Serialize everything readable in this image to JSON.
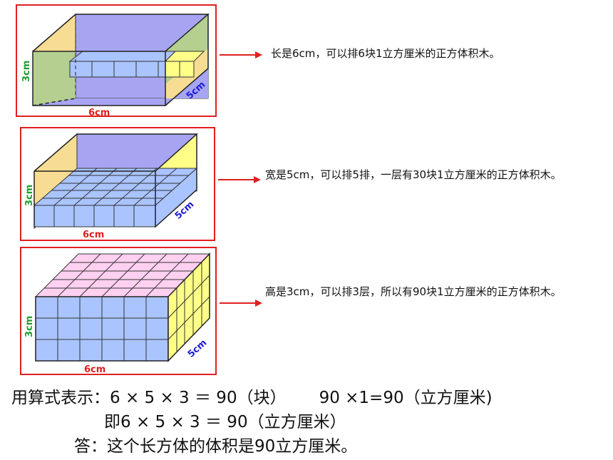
{
  "colors": {
    "frame": "#e02020",
    "arrow": "#e02020",
    "cube_blue": "#aac4ff",
    "cube_yellow": "#ffff88",
    "top_pink": "#ffd0f0",
    "side_green": "#b4cf90",
    "back_purple": "#a7a5f2",
    "left_orange": "#f7dd93",
    "label_green": "#1a9e2c",
    "label_blue": "#1c1cd4",
    "label_red": "#e02020"
  },
  "panels": [
    {
      "dims": {
        "length": "6cm",
        "width": "5cm",
        "height": "3cm"
      },
      "description": "长是6cm，可以排6块1立方厘米的正方体积木。"
    },
    {
      "dims": {
        "length": "6cm",
        "width": "5cm",
        "height": "3cm"
      },
      "description": "宽是5cm，可以排5排，一层有30块1立方厘米的正方体积木。"
    },
    {
      "dims": {
        "length": "6cm",
        "width": "5cm",
        "height": "3cm"
      },
      "description": "高是3cm，可以排3层，所以有90块1立方厘米的正方体积木。"
    }
  ],
  "calculation": {
    "line1_part1": "用算式表示：6 × 5 × 3 ＝ 90（块）",
    "line1_part2": "90 ×1=90（立方厘米)",
    "line2": "即6 × 5 × 3 ＝ 90（立方厘米）",
    "line3": "答：这个长方体的体积是90立方厘米。"
  }
}
